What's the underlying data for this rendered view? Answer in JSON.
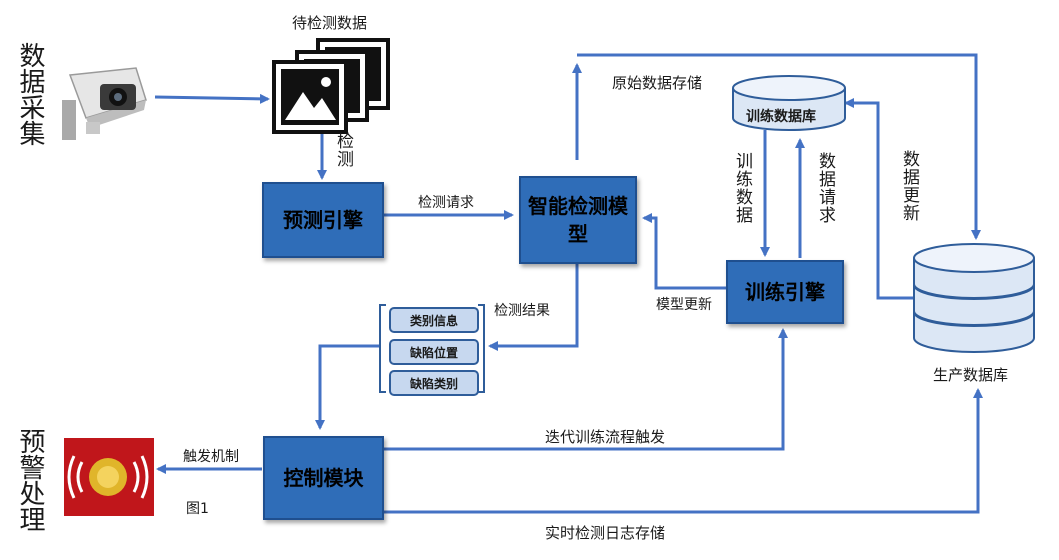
{
  "left_labels": {
    "data_collection": "数据采集",
    "alert_handling": "预警处理"
  },
  "data_to_check": "待检测数据",
  "boxes": {
    "predict_engine": "预测引擎",
    "smart_model": "智能检测模型",
    "train_engine": "训练引擎",
    "control_module": "控制模块"
  },
  "databases": {
    "training": "训练数据库",
    "production": "生产数据库"
  },
  "results": [
    "类别信息",
    "缺陷位置",
    "缺陷类别"
  ],
  "edge_labels": {
    "detect": "检测",
    "detect_request": "检测请求",
    "detect_result": "检测结果",
    "raw_data_storage": "原始数据存储",
    "training_data": "训练数据",
    "data_request": "数据请求",
    "data_update": "数据更新",
    "model_update": "模型更新",
    "iterative_trigger": "迭代训练流程触发",
    "trigger_mechanism": "触发机制",
    "realtime_log": "实时检测日志存储"
  },
  "figure_label": "图1",
  "colors": {
    "box": "#2f6db8",
    "arrow": "#4472c4",
    "pill": "#c7d8ef",
    "alarm": "#c0161b"
  }
}
